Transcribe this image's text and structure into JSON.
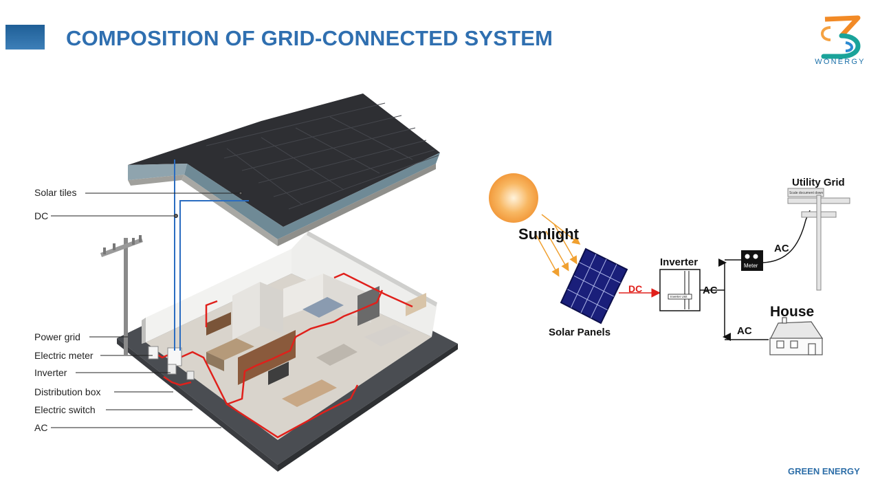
{
  "header": {
    "title": "COMPOSITION OF GRID-CONNECTED SYSTEM"
  },
  "logo": {
    "text": "WONERGY"
  },
  "footer": {
    "text": "GREEN ENERGY"
  },
  "house_illustration": {
    "labels": [
      {
        "id": "solar-tiles",
        "text": "Solar tiles"
      },
      {
        "id": "dc",
        "text": "DC"
      },
      {
        "id": "power-grid",
        "text": "Power grid"
      },
      {
        "id": "electric-meter",
        "text": "Electric meter"
      },
      {
        "id": "inverter",
        "text": "Inverter"
      },
      {
        "id": "distribution-box",
        "text": "Distribution box"
      },
      {
        "id": "electric-switch",
        "text": "Electric switch"
      },
      {
        "id": "ac",
        "text": "AC"
      }
    ]
  },
  "schematic": {
    "sunlight": "Sunlight",
    "solar_panels": "Solar Panels",
    "dc": "DC",
    "inverter": "Inverter",
    "inverter_unit": "Inverter Unit",
    "ac_inverter": "AC",
    "ac_meter": "AC",
    "ac_house": "AC",
    "meter": "Meter",
    "utility_grid": "Utility Grid",
    "pole_sign": "Scale document down",
    "house": "House"
  },
  "colors": {
    "title": "#2f6fb0",
    "wire_ac": "#e0201b",
    "wire_dc": "#2a6cc0",
    "sun": "#f5a84a"
  }
}
